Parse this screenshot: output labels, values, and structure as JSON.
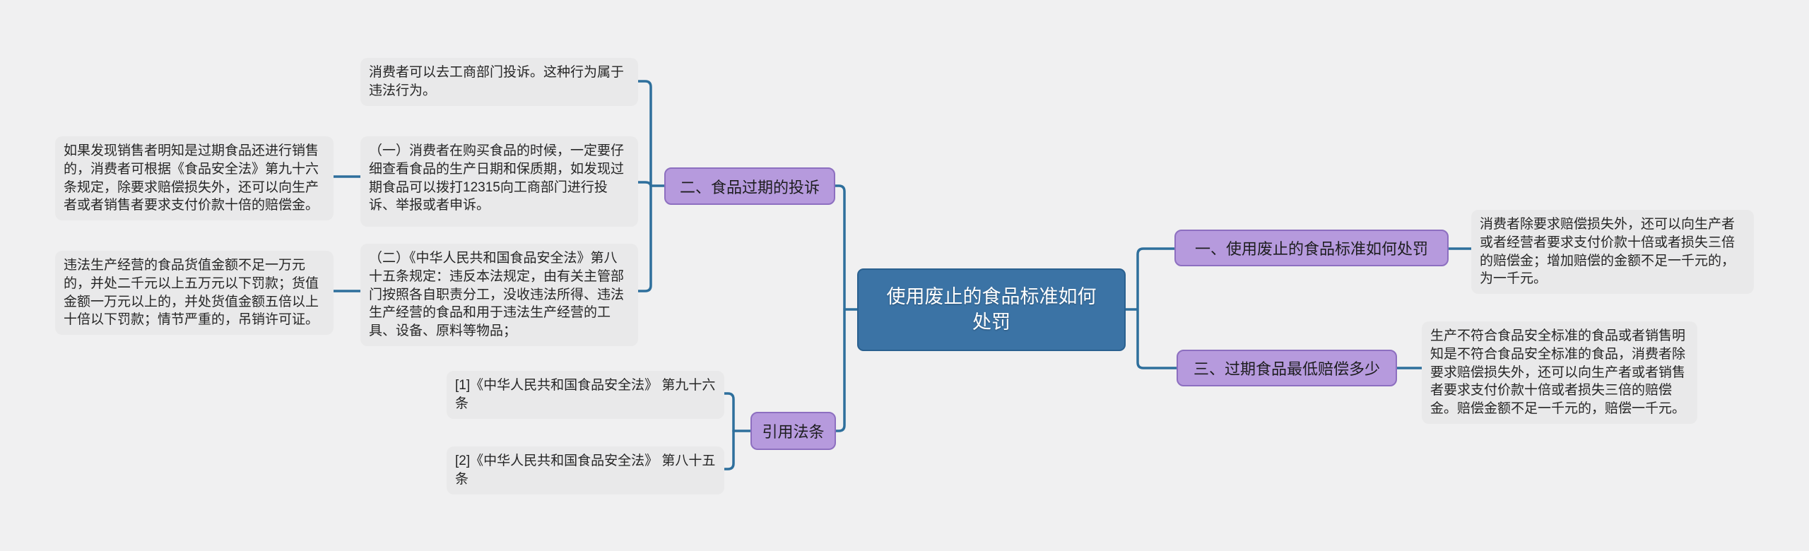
{
  "colors": {
    "background": "#f0f0f1",
    "connector": "#2e6f9c",
    "root_fill": "#3b73a5",
    "root_border": "#2a608f",
    "topic_fill": "#b69add",
    "topic_border": "#8d6fc0",
    "note_fill": "#e9e9ea"
  },
  "root": {
    "label": "使用废止的食品标准如何处罚"
  },
  "topics": [
    {
      "label": "一、使用废止的食品标准如何处罚",
      "children": [
        {
          "text": "消费者除要求赔偿损失外，还可以向生产者或者经营者要求支付价款十倍或者损失三倍的赔偿金；增加赔偿的金额不足一千元的，为一千元。"
        }
      ]
    },
    {
      "label": "二、食品过期的投诉",
      "children": [
        {
          "text": "消费者可以去工商部门投诉。这种行为属于违法行为。"
        },
        {
          "text": "（一）消费者在购买食品的时候，一定要仔细查看食品的生产日期和保质期，如发现过期食品可以拨打12315向工商部门进行投诉、举报或者申诉。",
          "child": "如果发现销售者明知是过期食品还进行销售的，消费者可根据《食品安全法》第九十六条规定，除要求赔偿损失外，还可以向生产者或者销售者要求支付价款十倍的赔偿金。"
        },
        {
          "text": "（二）《中华人民共和国食品安全法》第八十五条规定：违反本法规定，由有关主管部门按照各自职责分工，没收违法所得、违法生产经营的食品和用于违法生产经营的工具、设备、原料等物品；",
          "child": "违法生产经营的食品货值金额不足一万元的，并处二千元以上五万元以下罚款；货值金额一万元以上的，并处货值金额五倍以上十倍以下罚款；情节严重的，吊销许可证。"
        }
      ]
    },
    {
      "label": "三、过期食品最低赔偿多少",
      "children": [
        {
          "text": "生产不符合食品安全标准的食品或者销售明知是不符合食品安全标准的食品，消费者除要求赔偿损失外，还可以向生产者或者销售者要求支付价款十倍或者损失三倍的赔偿金。赔偿金额不足一千元的，赔偿一千元。"
        }
      ]
    },
    {
      "label": "引用法条",
      "children": [
        {
          "text": "[1]《中华人民共和国食品安全法》 第九十六条"
        },
        {
          "text": "[2]《中华人民共和国食品安全法》 第八十五条"
        }
      ]
    }
  ]
}
